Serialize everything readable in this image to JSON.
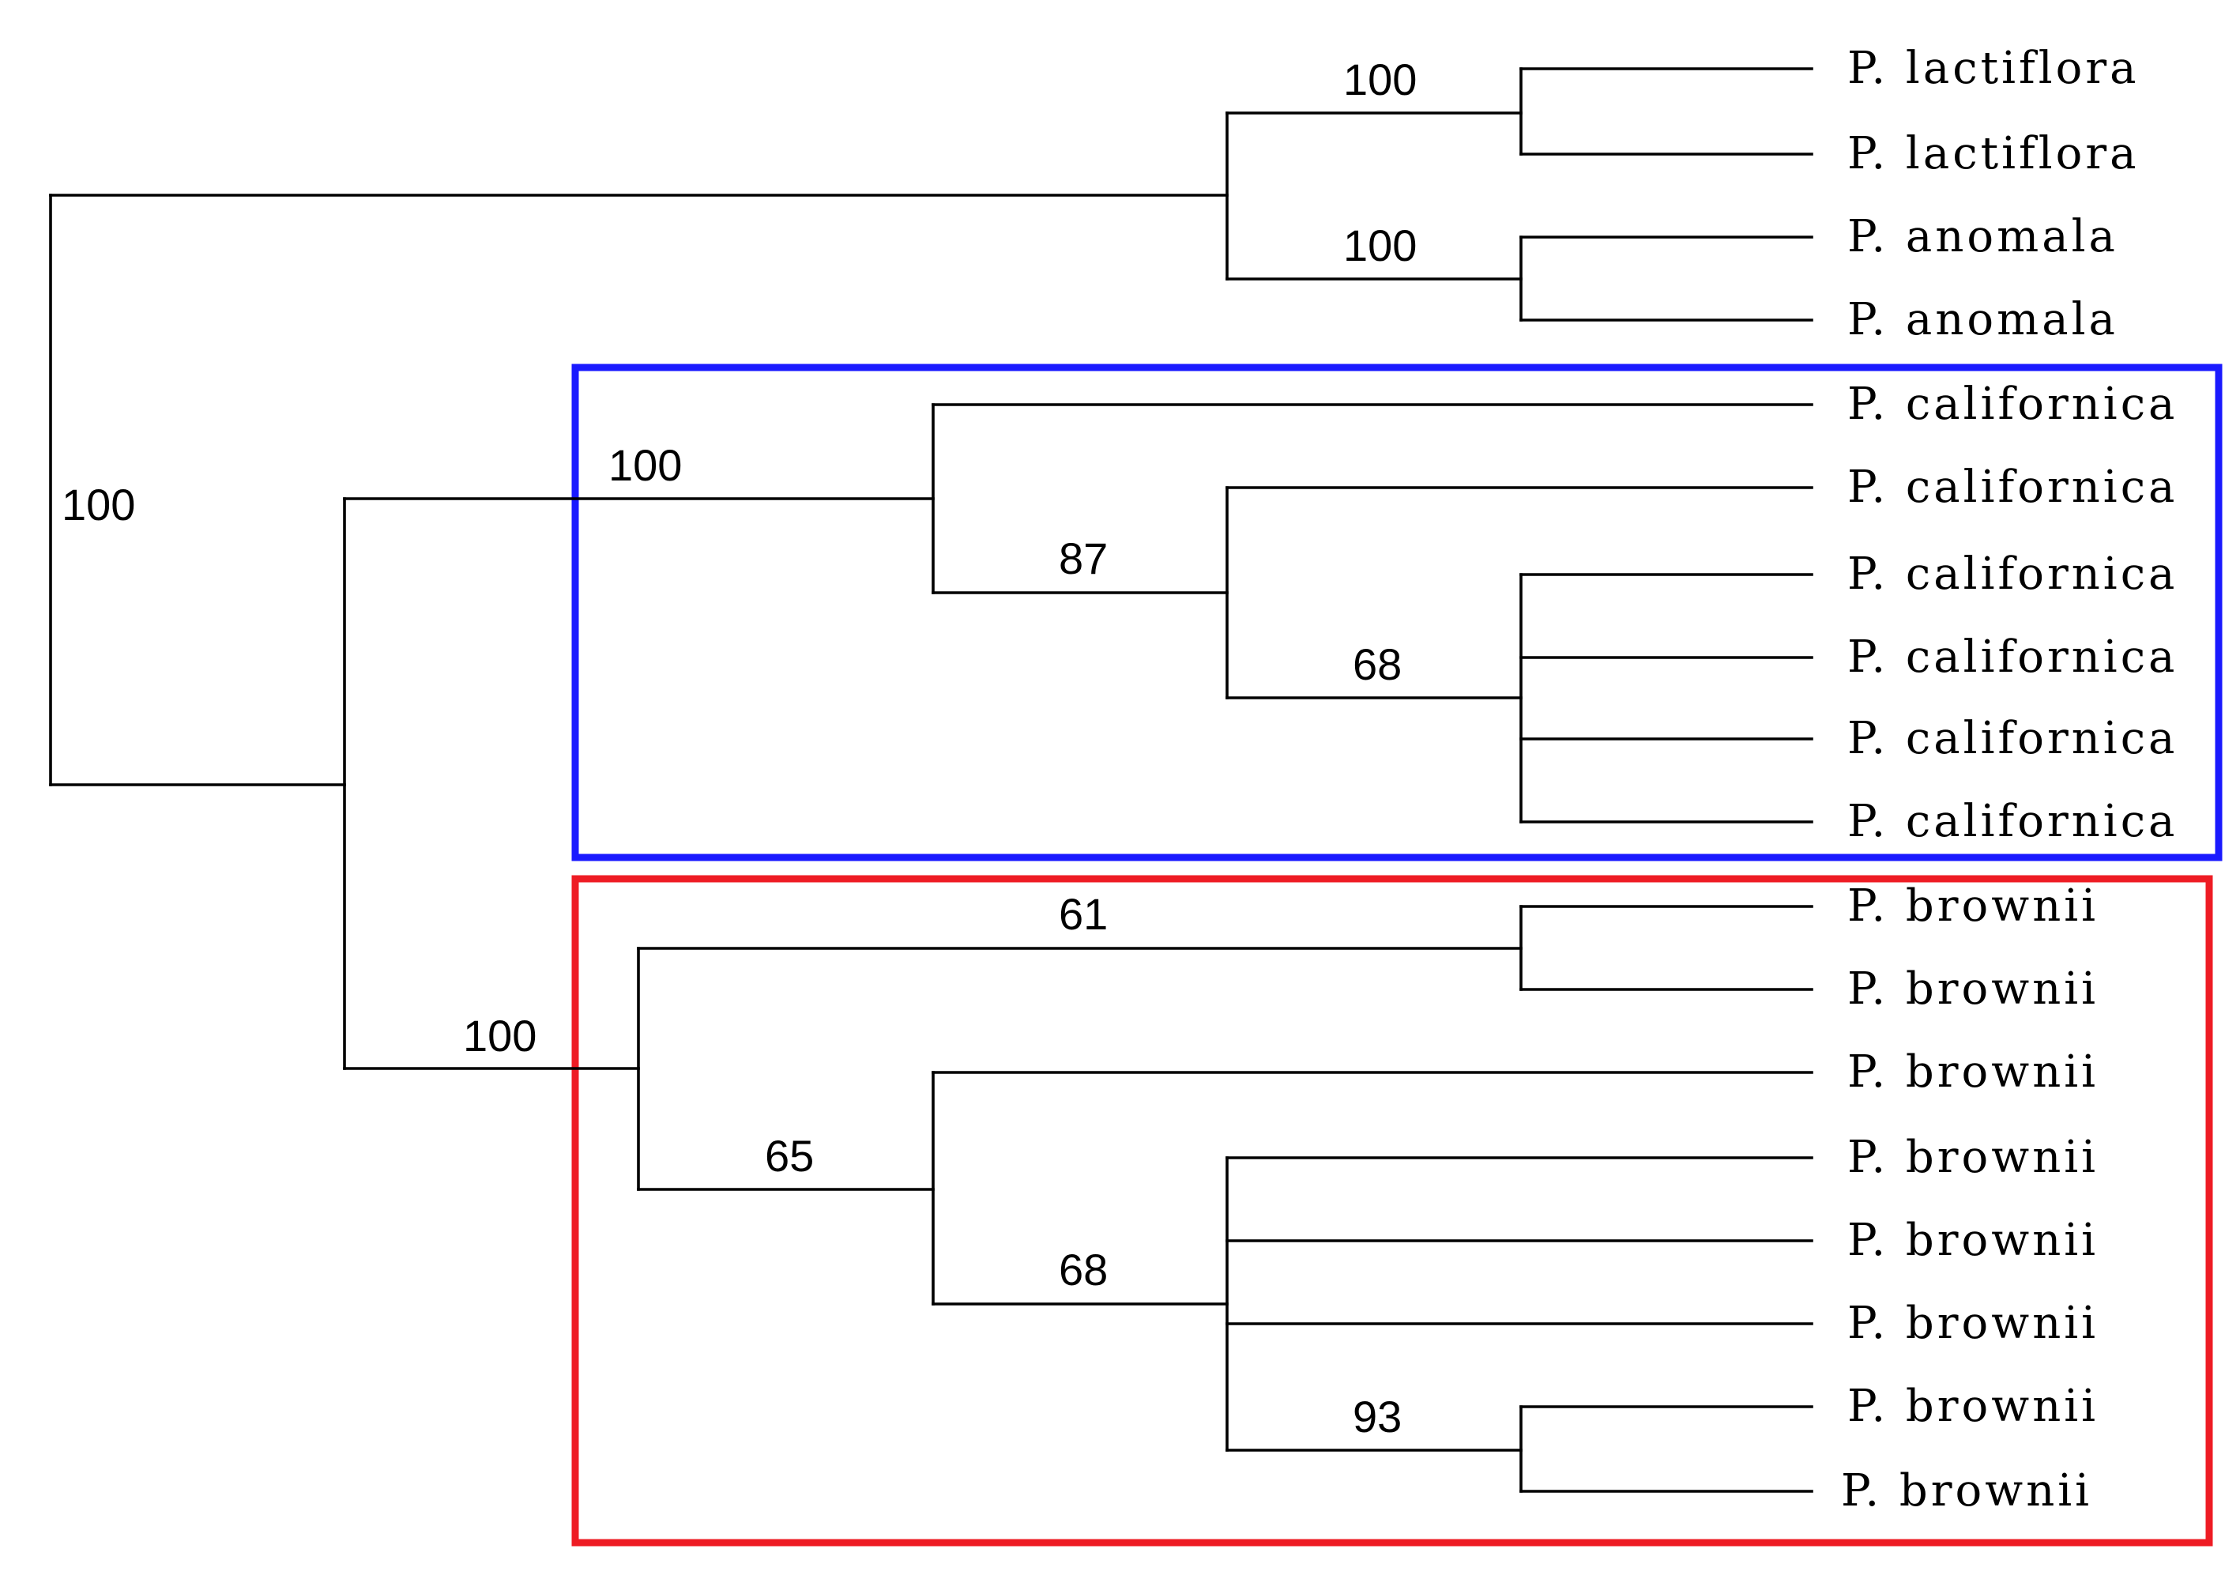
{
  "tree": {
    "taxa": [
      "P. lactiflora",
      "P. lactiflora",
      "P. anomala",
      "P. anomala",
      "P. californica",
      "P. californica",
      "P. californica",
      "P. californica",
      "P. californica",
      "P. californica",
      "P. brownii",
      "P. brownii",
      "P. brownii",
      "P. brownii",
      "P. brownii",
      "P. brownii",
      "P. brownii",
      "P. brownii"
    ],
    "support_values": [
      "100",
      "100",
      "100",
      "100",
      "87",
      "68",
      "100",
      "61",
      "65",
      "68",
      "93"
    ],
    "highlight_colors": {
      "californica_clade": "#1a1aff",
      "brownii_clade": "#ee1c24"
    }
  }
}
